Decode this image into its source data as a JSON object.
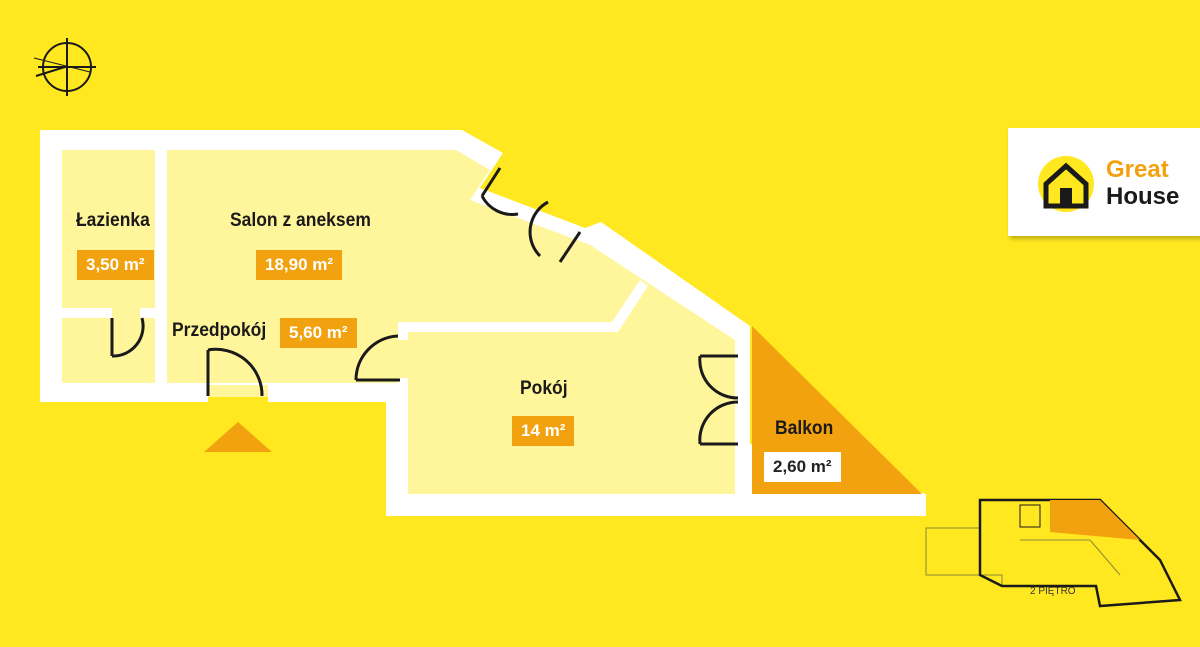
{
  "rooms": {
    "lazienka": {
      "name": "Łazienka",
      "area": "3,50 m²"
    },
    "salon": {
      "name": "Salon z aneksem",
      "area": "18,90 m²"
    },
    "przedpokoj": {
      "name": "Przedpokój",
      "area": "5,60 m²"
    },
    "pokoj": {
      "name": "Pokój",
      "area": "14 m²"
    },
    "balkon": {
      "name": "Balkon",
      "area": "2,60 m²"
    }
  },
  "logo": {
    "line1": "Great",
    "line2": "House"
  },
  "keyplan": {
    "floor_label": "2 PIĘTRO"
  },
  "colors": {
    "background": "#FFE81F",
    "floor": "#FFF59A",
    "wall": "#FFFFFF",
    "accent": "#F2A20E",
    "balcony": "#F2A20E"
  },
  "icons": [
    "compass-icon",
    "entrance-arrow-icon",
    "house-logo-icon"
  ]
}
